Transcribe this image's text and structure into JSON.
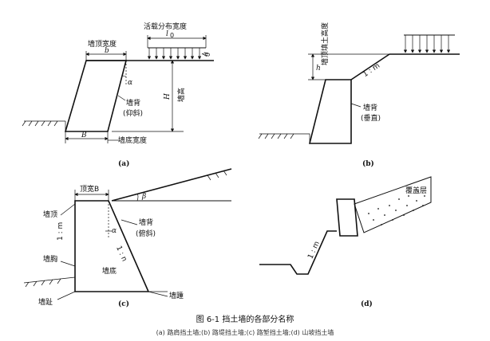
{
  "figure": {
    "title": "图 6-1   挡土墙的各部分名称",
    "subtitle": "(a) 路肩挡土墙;(b) 路堤挡土墙;(c) 路堑挡土墙;(d) 山坡挡土墙"
  },
  "panel_a": {
    "label": "(a)",
    "live_load_width": "活载分布宽度",
    "l0": "l",
    "l0_sub": "0",
    "top_width": "墙顶宽度",
    "b": "b",
    "h0": "h",
    "h0_sub": "0",
    "alpha": "α",
    "H": "H",
    "wall_height": "墙高",
    "back": "墙背",
    "back_type": "(仰斜)",
    "B": "B",
    "bottom_width": "墙底宽度"
  },
  "panel_b": {
    "label": "(b)",
    "fill_height": "墙顶填土高度",
    "h": "h",
    "slope": "1 : m",
    "back": "墙背",
    "back_type": "(垂直)"
  },
  "panel_c": {
    "label": "(c)",
    "top_width": "顶宽B",
    "beta": "β",
    "top": "墙顶",
    "slope_front": "1 : m",
    "back": "墙背",
    "back_type": "(俯斜)",
    "alpha": "α",
    "slope_back": "1 : n",
    "face": "墙胸",
    "base": "墙底",
    "toe": "墙趾",
    "heel": "墙踵"
  },
  "panel_d": {
    "label": "(d)",
    "cover": "覆盖层",
    "slope": "1 : m"
  }
}
